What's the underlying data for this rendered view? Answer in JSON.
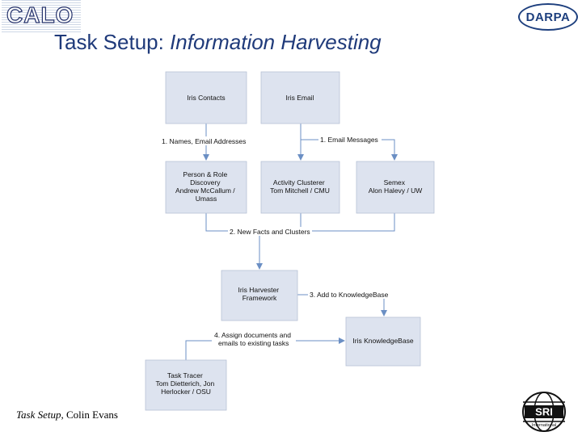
{
  "header": {
    "title_plain": "Task Setup: ",
    "title_italic": "Information Harvesting",
    "logo_left": "CALO",
    "logo_right": "DARPA"
  },
  "footer": {
    "italic": "Task Setup",
    "rest": ", Colin Evans",
    "logo": "SRI International"
  },
  "diagram": {
    "nodes": {
      "contacts": [
        "Iris Contacts"
      ],
      "email": [
        "Iris Email"
      ],
      "person": [
        "Person & Role",
        "Discovery",
        "Andrew McCallum /",
        "Umass"
      ],
      "activity": [
        "Activity Clusterer",
        "Tom Mitchell / CMU"
      ],
      "semex": [
        "Semex",
        "Alon Halevy / UW"
      ],
      "harvester": [
        "Iris Harvester",
        "Framework"
      ],
      "kb": [
        "Iris KnowledgeBase"
      ],
      "tracer": [
        "Task Tracer",
        "Tom Dietterich, Jon",
        "Herlocker / OSU"
      ]
    },
    "edge_labels": {
      "e1": [
        "1. Names, Email Addresses"
      ],
      "e2": [
        "1. Email Messages"
      ],
      "e3": [
        "2. New Facts and Clusters"
      ],
      "e4": [
        "3. Add to KnowledgeBase"
      ],
      "e5": [
        "4. Assign documents and",
        "emails to existing tasks"
      ]
    }
  },
  "colors": {
    "title": "#1f3a7a",
    "box_fill": "#dde3ef",
    "edge": "#6b8fc4"
  },
  "icons": {
    "sri_logo": "globe-icon"
  }
}
